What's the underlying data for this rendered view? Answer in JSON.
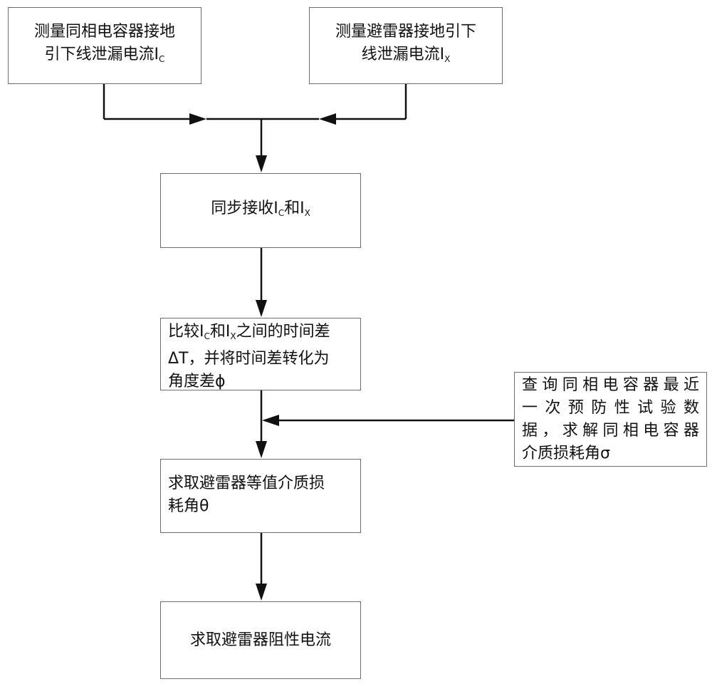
{
  "nodes": {
    "measure_capacitor": {
      "line1": "测量同相电容器接地",
      "line2_prefix": "引下线泄漏电流I",
      "line2_sub": "C"
    },
    "measure_arrester": {
      "line1": "测量避雷器接地引下",
      "line2_prefix": "线泄漏电流I",
      "line2_sub": "X"
    },
    "sync_receive": {
      "prefix": "同步接收I",
      "sub1": "C",
      "mid": "和I",
      "sub2": "X"
    },
    "compare": {
      "line1_prefix": "比较I",
      "line1_sub1": "C",
      "line1_mid": "和I",
      "line1_sub2": "X",
      "line1_suffix": "之间的时间差",
      "line2": "ΔT，并将时间差转化为",
      "line3": "角度差ϕ"
    },
    "query": {
      "line1": "查询同相电容器最近",
      "line2": "一次预防性试验数",
      "line3": "据，求解同相电容器",
      "line4": "介质损耗角σ"
    },
    "equiv_angle": {
      "line1": "求取避雷器等值介质损",
      "line2": "耗角θ"
    },
    "resistive_current": {
      "label": "求取避雷器阻性电流"
    }
  }
}
